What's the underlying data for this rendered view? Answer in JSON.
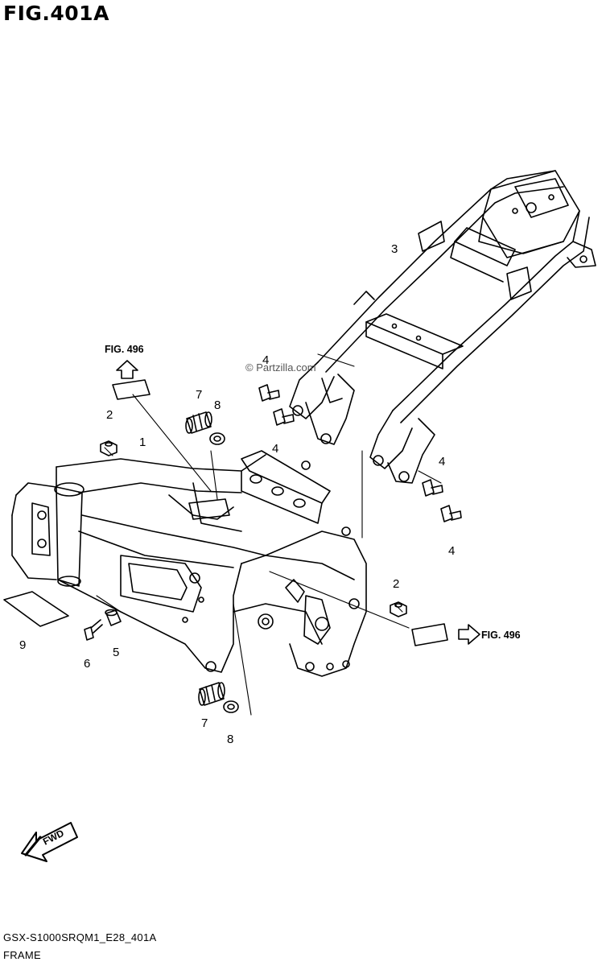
{
  "figure": {
    "title": "FIG.401A",
    "code": "GSX-S1000SRQM1_E28_401A",
    "name": "FRAME",
    "watermark": "© Partzilla.com"
  },
  "references": [
    {
      "id": "ref-top-left",
      "label": "FIG. 496"
    },
    {
      "id": "ref-right",
      "label": "FIG. 496"
    }
  ],
  "fwd_arrow": {
    "label": "FWD"
  },
  "callouts": [
    {
      "key": "c1",
      "number": "1"
    },
    {
      "key": "c2a",
      "number": "2"
    },
    {
      "key": "c2b",
      "number": "2"
    },
    {
      "key": "c3",
      "number": "3"
    },
    {
      "key": "c4a",
      "number": "4"
    },
    {
      "key": "c4b",
      "number": "4"
    },
    {
      "key": "c4c",
      "number": "4"
    },
    {
      "key": "c4d",
      "number": "4"
    },
    {
      "key": "c5",
      "number": "5"
    },
    {
      "key": "c6",
      "number": "6"
    },
    {
      "key": "c7a",
      "number": "7"
    },
    {
      "key": "c7b",
      "number": "7"
    },
    {
      "key": "c8a",
      "number": "8"
    },
    {
      "key": "c8b",
      "number": "8"
    },
    {
      "key": "c9",
      "number": "9"
    }
  ]
}
